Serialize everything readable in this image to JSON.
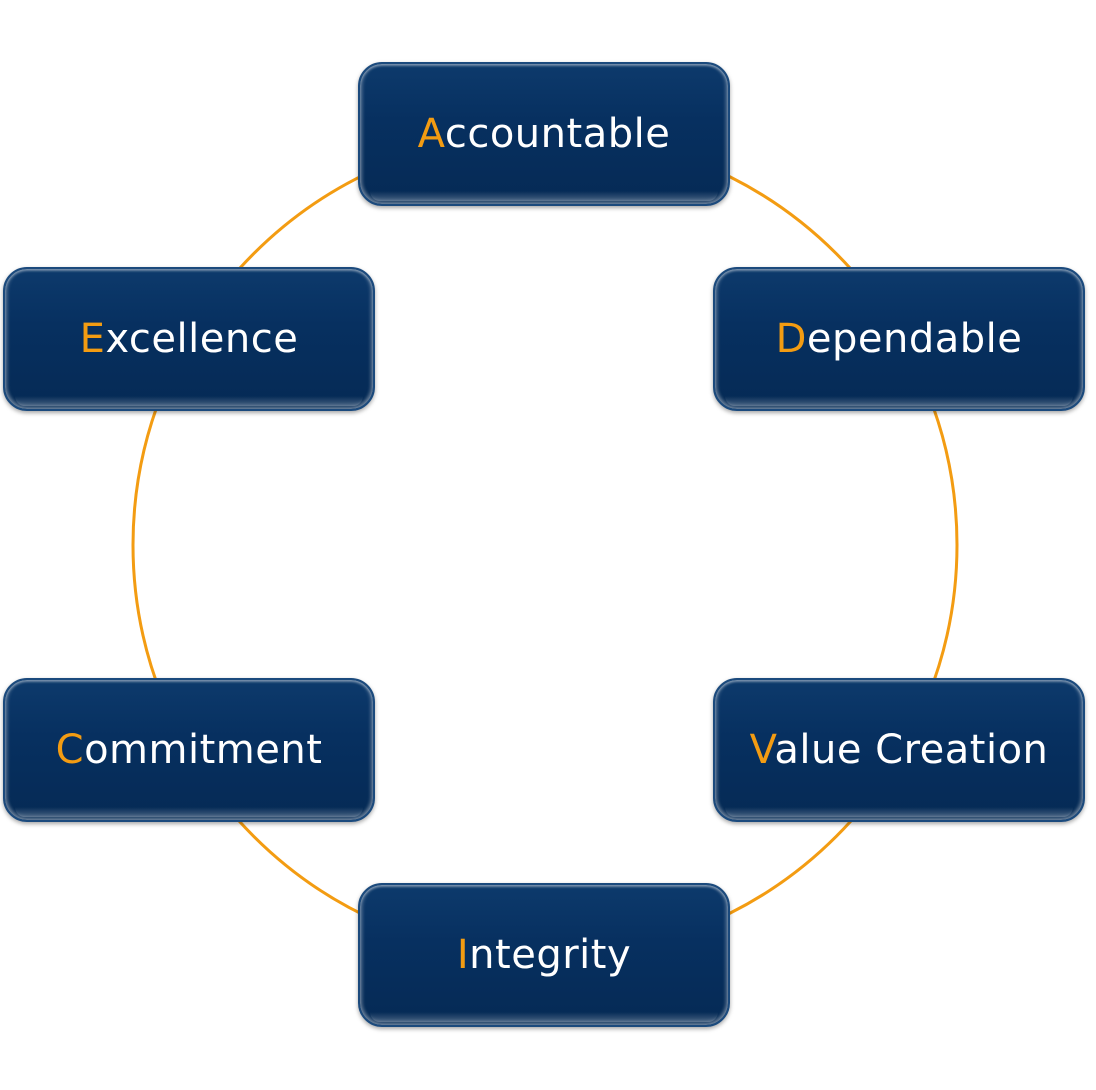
{
  "colors": {
    "node_fill": "#073060",
    "accent": "#f39c12",
    "ring": "#f39c12",
    "label_text": "#ffffff"
  },
  "nodes": [
    {
      "id": "accountable",
      "initial": "A",
      "rest": "ccountable"
    },
    {
      "id": "dependable",
      "initial": "D",
      "rest": "ependable"
    },
    {
      "id": "value-creation",
      "initial": "V",
      "rest": "alue Creation"
    },
    {
      "id": "integrity",
      "initial": "I",
      "rest": "ntegrity"
    },
    {
      "id": "commitment",
      "initial": "C",
      "rest": "ommitment"
    },
    {
      "id": "excellence",
      "initial": "E",
      "rest": "xcellence"
    }
  ]
}
